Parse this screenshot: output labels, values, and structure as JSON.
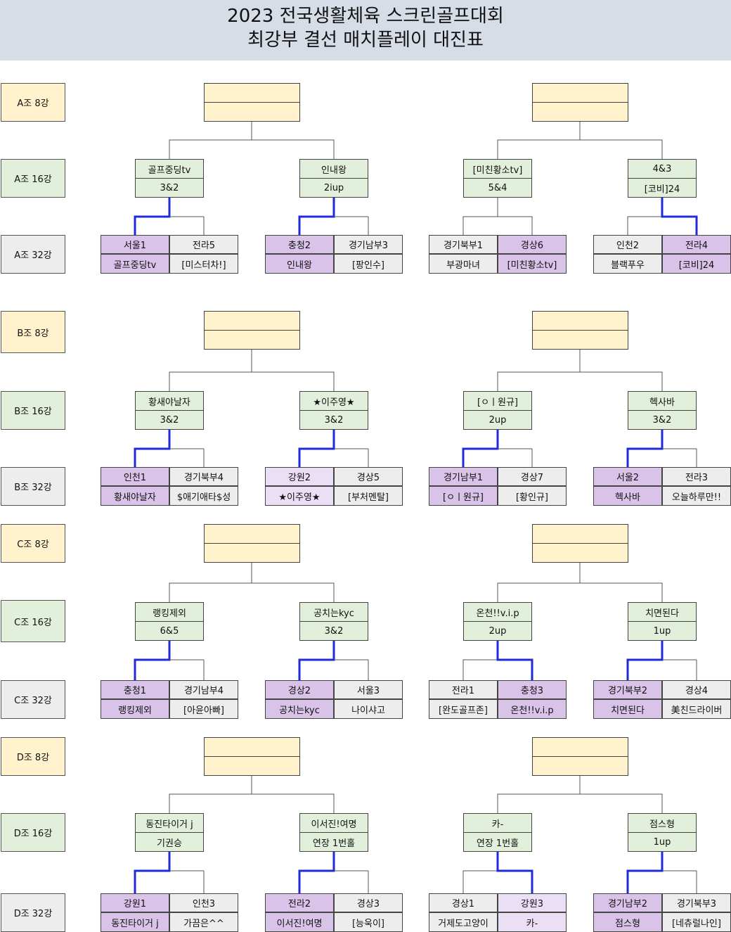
{
  "title": {
    "line1": "2023 전국생활체육 스크린골프대회",
    "line2": "최강부 결선 매치플레이 대진표"
  },
  "colors": {
    "header_bg": "#d6dde6",
    "round8": "#fff2cc",
    "round16": "#e2efda",
    "round32": "#ededed",
    "winner": "#d9c3e8",
    "winner_light": "#ebdff5",
    "winner_line": "#1f2ad8"
  },
  "groups": [
    {
      "label8": "A조 8강",
      "label16": "A조 16강",
      "label32": "A조 32강",
      "r8": [
        [
          "",
          ""
        ],
        [
          "",
          ""
        ]
      ],
      "r16": [
        {
          "winner": "골프중딩tv",
          "score": "3&2"
        },
        {
          "winner": "인내왕",
          "score": "2iup"
        },
        {
          "winner": "[미친황소tv]",
          "score": "5&4"
        },
        {
          "winner": "4&3",
          "score": "[코비]24"
        }
      ],
      "r32": [
        {
          "left": {
            "region": "서울1",
            "team": "골프중딩tv"
          },
          "right": {
            "region": "전라5",
            "team": "[미스터차!]"
          },
          "win": "left",
          "shade": "win"
        },
        {
          "left": {
            "region": "충청2",
            "team": "인내왕"
          },
          "right": {
            "region": "경기남부3",
            "team": "[팡인수]"
          },
          "win": "left",
          "shade": "win"
        },
        {
          "left": {
            "region": "경기북부1",
            "team": "부광마녀"
          },
          "right": {
            "region": "경상6",
            "team": "[미친황소tv]"
          },
          "win": "right",
          "shade": "win",
          "lines": "gray"
        },
        {
          "left": {
            "region": "인천2",
            "team": "블랙푸우"
          },
          "right": {
            "region": "전라4",
            "team": "[코비]24"
          },
          "win": "right",
          "shade": "win"
        }
      ]
    },
    {
      "label8": "B조 8강",
      "label16": "B조 16강",
      "label32": "B조 32강",
      "r8": [
        [
          "",
          ""
        ],
        [
          "",
          ""
        ]
      ],
      "r16": [
        {
          "winner": "황새야날자",
          "score": "3&2"
        },
        {
          "winner": "★이주영★",
          "score": "3&2"
        },
        {
          "winner": "[ㅇㅣ원규]",
          "score": "2up"
        },
        {
          "winner": "헥사바",
          "score": "3&2"
        }
      ],
      "r32": [
        {
          "left": {
            "region": "인천1",
            "team": "황새야날자"
          },
          "right": {
            "region": "경기북부4",
            "team": "$애기애타$성"
          },
          "win": "left",
          "shade": "win"
        },
        {
          "left": {
            "region": "강원2",
            "team": "★이주영★"
          },
          "right": {
            "region": "경상5",
            "team": "[부처멘탈]"
          },
          "win": "left",
          "shade": "win2"
        },
        {
          "left": {
            "region": "경기남부1",
            "team": "[ㅇㅣ원규]"
          },
          "right": {
            "region": "경상7",
            "team": "[황인규]"
          },
          "win": "left",
          "shade": "win"
        },
        {
          "left": {
            "region": "서울2",
            "team": "헥사바"
          },
          "right": {
            "region": "전라3",
            "team": "오늘하루만!!"
          },
          "win": "left",
          "shade": "win"
        }
      ]
    },
    {
      "label8": "C조 8강",
      "label16": "C조 16강",
      "label32": "C조 32강",
      "r8": [
        [
          "",
          ""
        ],
        [
          "",
          ""
        ]
      ],
      "r16": [
        {
          "winner": "랭킹제외",
          "score": "6&5"
        },
        {
          "winner": "공치는kyc",
          "score": "3&2"
        },
        {
          "winner": "온천!!v.i.p",
          "score": "2up"
        },
        {
          "winner": "치면된다",
          "score": "1up"
        }
      ],
      "r32": [
        {
          "left": {
            "region": "충청1",
            "team": "랭킹제외"
          },
          "right": {
            "region": "경기남부4",
            "team": "[아윤아빠]"
          },
          "win": "left",
          "shade": "win"
        },
        {
          "left": {
            "region": "경상2",
            "team": "공치는kyc"
          },
          "right": {
            "region": "서울3",
            "team": "나이샤고"
          },
          "win": "left",
          "shade": "win"
        },
        {
          "left": {
            "region": "전라1",
            "team": "[완도골프존]"
          },
          "right": {
            "region": "충청3",
            "team": "온천!!v.i.p"
          },
          "win": "right",
          "shade": "win"
        },
        {
          "left": {
            "region": "경기북부2",
            "team": "치면된다"
          },
          "right": {
            "region": "경상4",
            "team": "美친드라이버"
          },
          "win": "left",
          "shade": "win"
        }
      ]
    },
    {
      "label8": "D조 8강",
      "label16": "D조 16강",
      "label32": "D조 32강",
      "r8": [
        [
          "",
          ""
        ],
        [
          "",
          ""
        ]
      ],
      "r16": [
        {
          "winner": "동진타이거 j",
          "score": "기권승"
        },
        {
          "winner": "이서진!여명",
          "score": "연장 1번홀"
        },
        {
          "winner": "카-",
          "score": "연장 1번홀"
        },
        {
          "winner": "점스형",
          "score": "1up"
        }
      ],
      "r32": [
        {
          "left": {
            "region": "강원1",
            "team": "동진타이거 j"
          },
          "right": {
            "region": "인천3",
            "team": "가끔은^^"
          },
          "win": "left",
          "shade": "win"
        },
        {
          "left": {
            "region": "전라2",
            "team": "이서진!여명"
          },
          "right": {
            "region": "경상3",
            "team": "[능욱이]"
          },
          "win": "left",
          "shade": "win"
        },
        {
          "left": {
            "region": "경상1",
            "team": "거제도고양이"
          },
          "right": {
            "region": "강원3",
            "team": "카-"
          },
          "win": "right",
          "shade": "win2"
        },
        {
          "left": {
            "region": "경기남부2",
            "team": "점스형"
          },
          "right": {
            "region": "경기북부3",
            "team": "[네츄럴나인]"
          },
          "win": "left",
          "shade": "win"
        }
      ]
    }
  ]
}
